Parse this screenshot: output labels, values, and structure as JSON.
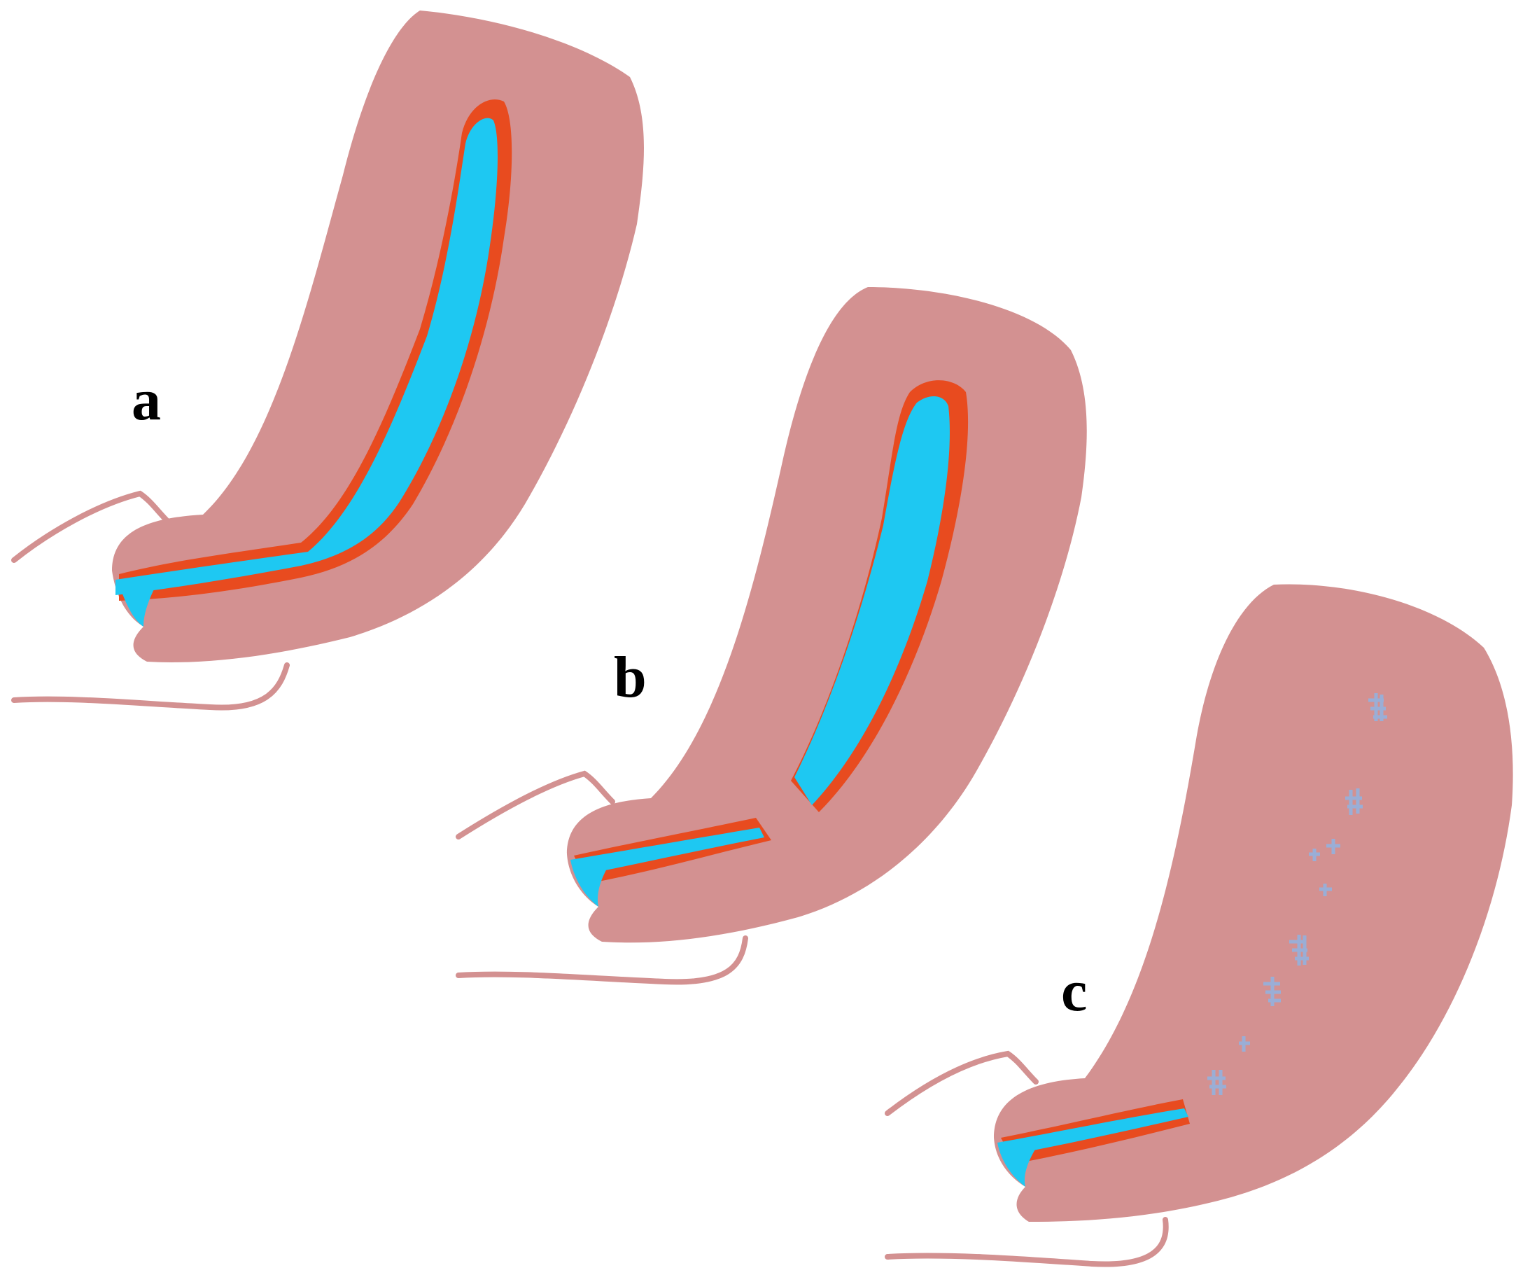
{
  "panels": [
    {
      "id": "a",
      "label": "a",
      "state": "full-lumen"
    },
    {
      "id": "b",
      "label": "b",
      "state": "partial-lumen"
    },
    {
      "id": "c",
      "label": "c",
      "state": "sutured"
    }
  ],
  "colors": {
    "tissue": "#d39191",
    "lining": "#e84b1f",
    "lumen": "#1ec8f2",
    "outline": "#d39191",
    "suture": "#9aaed6",
    "label": "#000000",
    "background": "#ffffff"
  }
}
